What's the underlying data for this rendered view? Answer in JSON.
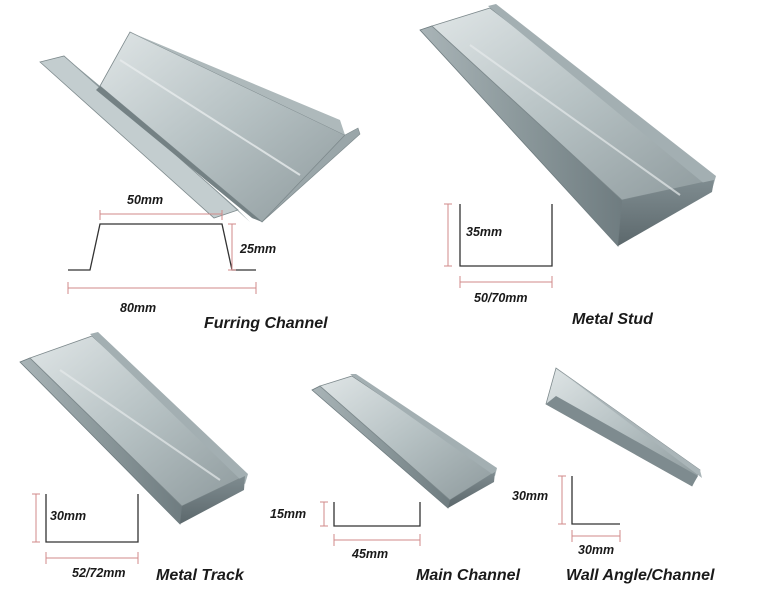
{
  "products": [
    {
      "id": "furring",
      "name": "Furring Channel",
      "dims": [
        "50mm",
        "25mm",
        "80mm"
      ]
    },
    {
      "id": "stud",
      "name": "Metal Stud",
      "dims": [
        "35mm",
        "50/70mm"
      ]
    },
    {
      "id": "track",
      "name": "Metal Track",
      "dims": [
        "30mm",
        "52/72mm"
      ]
    },
    {
      "id": "main",
      "name": "Main Channel",
      "dims": [
        "15mm",
        "45mm"
      ]
    },
    {
      "id": "angle",
      "name": "Wall Angle/Channel",
      "dims": [
        "30mm",
        "30mm"
      ]
    }
  ],
  "colors": {
    "steel_light": "#c7d0d2",
    "steel_mid": "#98a5a8",
    "steel_dark": "#6e7b7f",
    "dimension_line": "#d08a8a",
    "label": "#1a1a1a"
  }
}
